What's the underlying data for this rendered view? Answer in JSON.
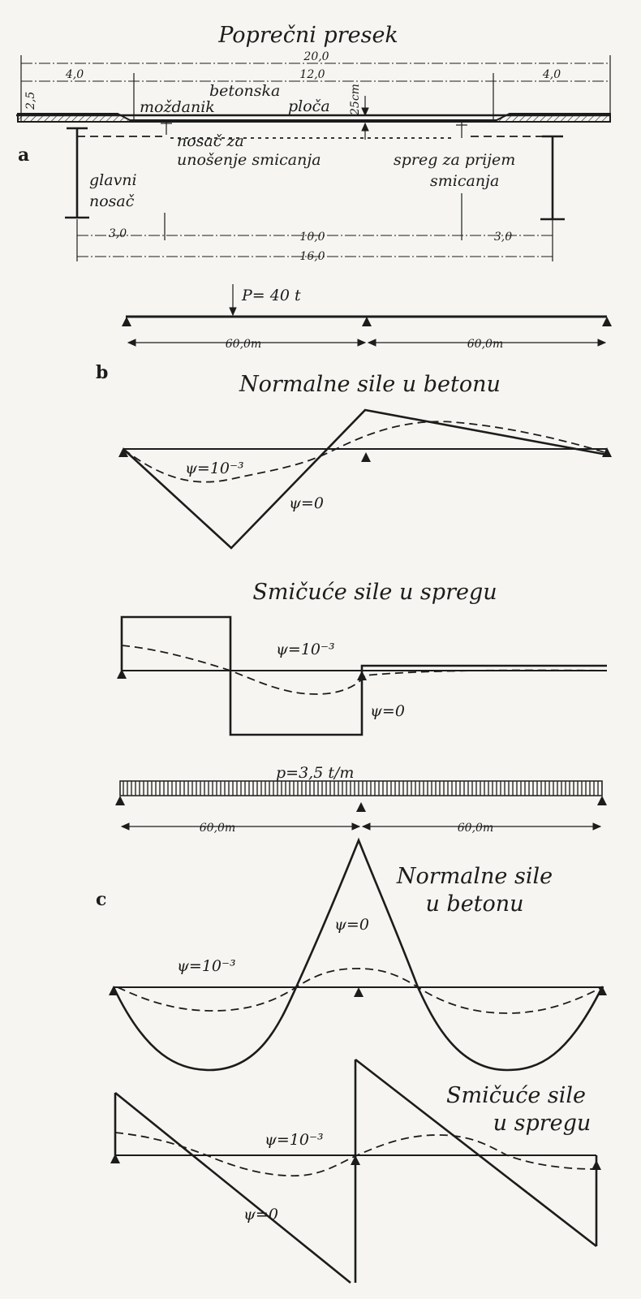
{
  "cross_section": {
    "title": "Poprečni presek",
    "labels": {
      "betonska": "betonska",
      "ploca": "ploča",
      "mozdanik": "moždanik",
      "nosac_za": "nosač za",
      "unosenje": "unošenje smicanja",
      "spreg_za": "spreg za prijem",
      "smicanja": "smicanja",
      "glavni": "glavni",
      "nosac": "nosač",
      "thickness": "25cm",
      "left_tick": "2,5"
    },
    "dims_top": {
      "total": "20,0",
      "left": "4,0",
      "mid": "12,0",
      "right": "4,0"
    },
    "dims_bottom": {
      "left": "3,0",
      "mid": "10,0",
      "right": "3,0",
      "total": "16,0"
    }
  },
  "sections": {
    "a": "a",
    "b": "b",
    "c": "c"
  },
  "case_b": {
    "load": "P= 40 t",
    "span_left": "60,0m",
    "span_right": "60,0m",
    "normal_title": "Normalne sile u betonu",
    "shear_title": "Smičuće sile u spregu",
    "psi_creep": "ψ=10⁻³",
    "psi_zero": "ψ=0"
  },
  "case_c": {
    "load": "p=3,5 t/m",
    "span_left": "60,0m",
    "span_right": "60,0m",
    "normal_title_1": "Normalne sile",
    "normal_title_2": "u betonu",
    "shear_title_1": "Smičuće sile",
    "shear_title_2": "u spregu",
    "psi_creep": "ψ=10⁻³",
    "psi_zero": "ψ=0"
  },
  "colors": {
    "ink": "#1c1c1c",
    "paper": "#f6f5f1"
  }
}
